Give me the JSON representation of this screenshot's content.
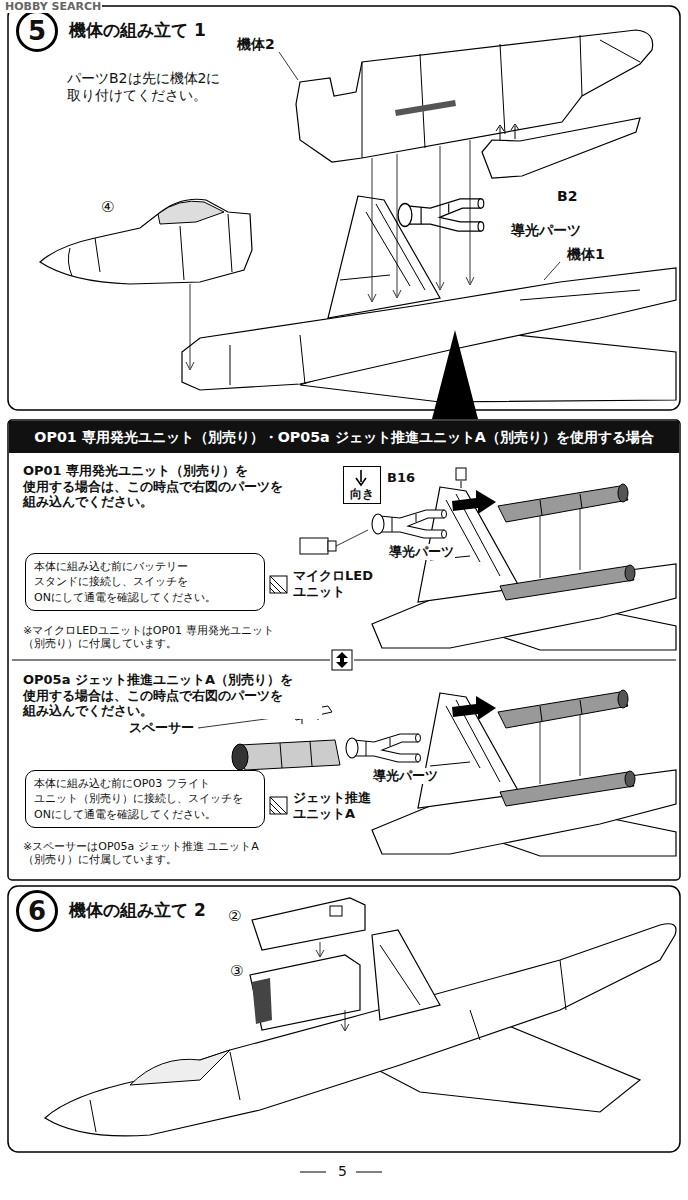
{
  "diagram": {
    "nodes": [
      {
        "text": [
          "5",
          "機体の組み立て 1"
        ]
      },
      {
        "text": [
          "OP01 専用発光ユニット（別売り）・OP05a ジェット推進ユニットA（別売り）を使用する場合"
        ]
      },
      {
        "text": [
          "向き"
        ]
      },
      {
        "text": [
          "本体に組み込む前にバッテリー スタンドに接続し、スイッチを ONにして通電を確認してください。"
        ]
      },
      {
        "text": [
          "本体に組み込む前にOP03 フライト ユニット（別売り）に接続し、スイッチを ONにして通電を確認してください。"
        ]
      },
      {
        "text": [
          "6",
          "機体の組み立て 2"
        ]
      }
    ],
    "labels": [
      "HOBBY SEARCH",
      "機体2",
      "パーツB2は先に機体2に 取り付けてください。",
      "④",
      "B2",
      "導光パーツ",
      "機体1",
      "OP01 専用発光ユニット（別売り）を 使用する場合は、この時点で右図のパーツを 組み込んでください。",
      "B16",
      "導光パーツ",
      "マイクロLED ユニット",
      "※マイクロLEDユニットはOP01 専用発光ユニット（別売り）に付属しています。",
      "OP05a ジェット推進ユニットA（別売り）を 使用する場合は、この時点で右図のパーツを 組み込んでください。",
      "スペーサー",
      "導光パーツ",
      "ジェット推進 ユニットA",
      "※スペーサーはOP05a ジェット推進 ユニットA（別売り）に付属しています。",
      "②",
      "③",
      "5"
    ]
  }
}
